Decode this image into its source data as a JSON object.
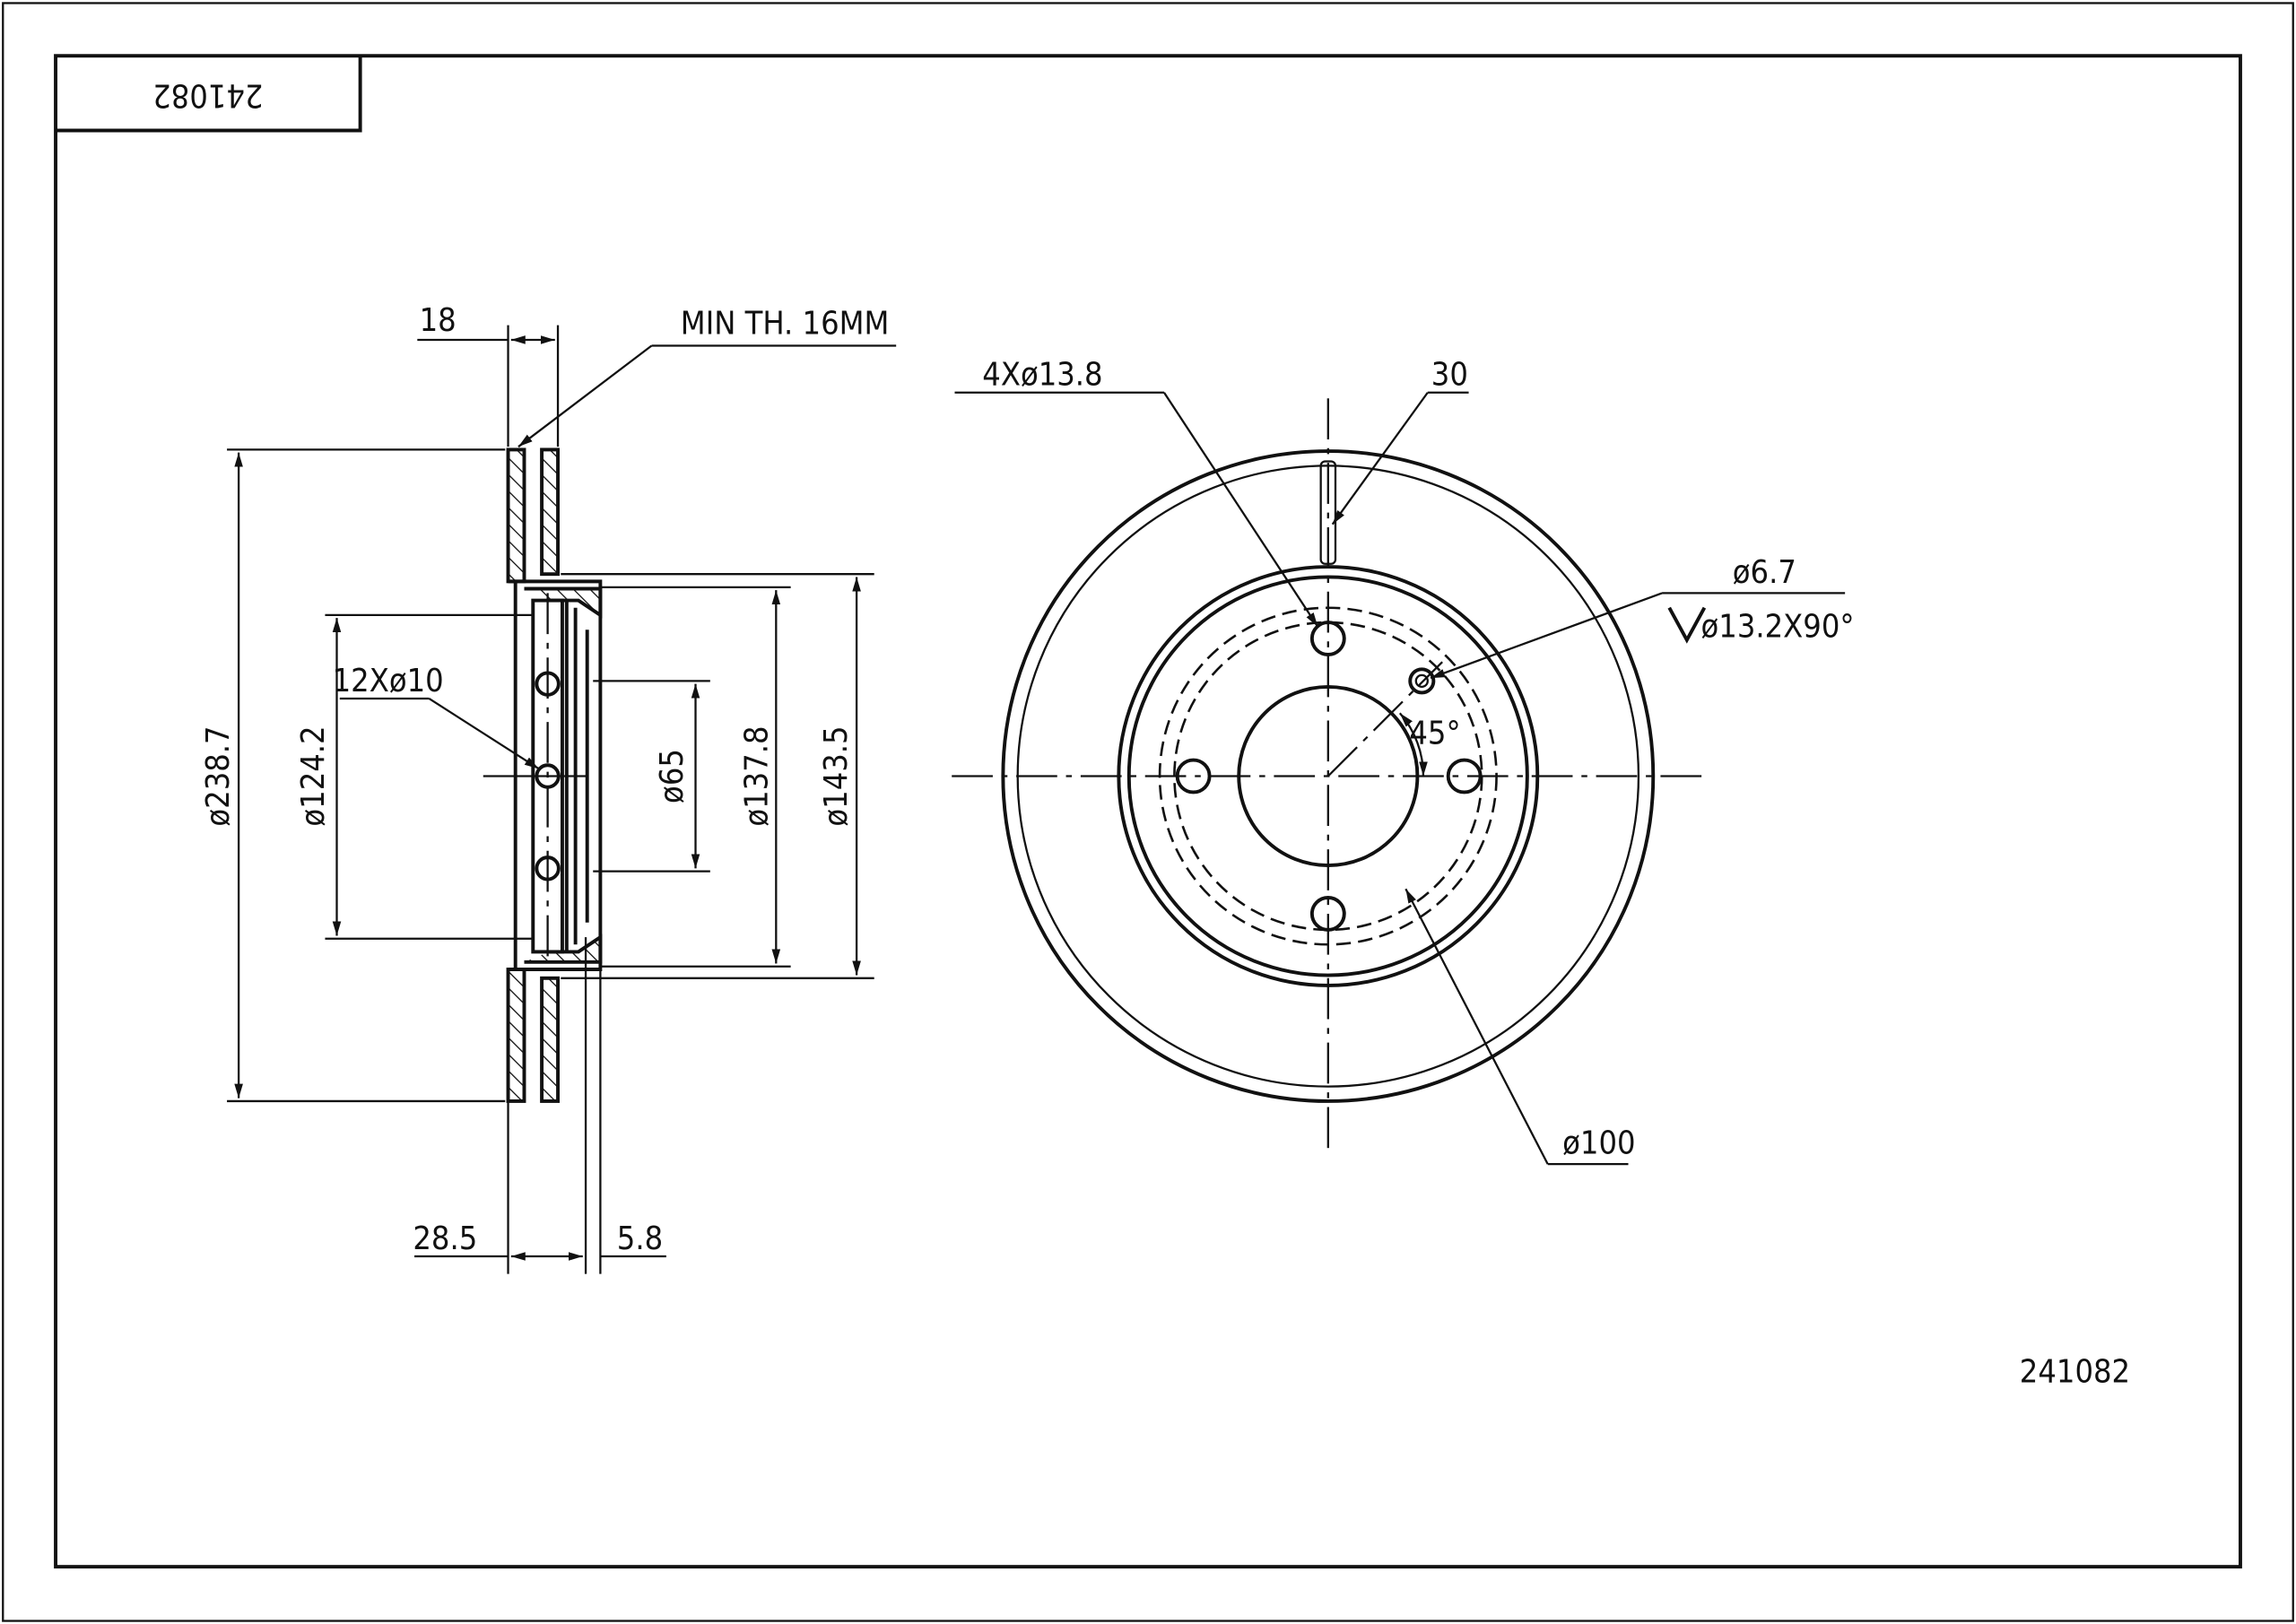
{
  "title_block": {
    "part_number_rotated": "241082"
  },
  "part_number": "241082",
  "section_view": {
    "outer_diameter": "ø238.7",
    "inner_diameter": "ø124.2",
    "vent_holes": "12Xø10",
    "bore": "ø65",
    "hat_diameter": "ø137.8",
    "hat_outer_diameter": "ø143.5",
    "thickness": "18",
    "min_thickness": "MIN TH. 16MM",
    "offset": "28.5",
    "flange_thickness": "5.8"
  },
  "front_view": {
    "bolt_holes": "4Xø13.8",
    "slot": "30",
    "small_hole": "ø6.7",
    "countersink": "ø13.2X90°",
    "angle": "45°",
    "pcd": "ø100"
  }
}
